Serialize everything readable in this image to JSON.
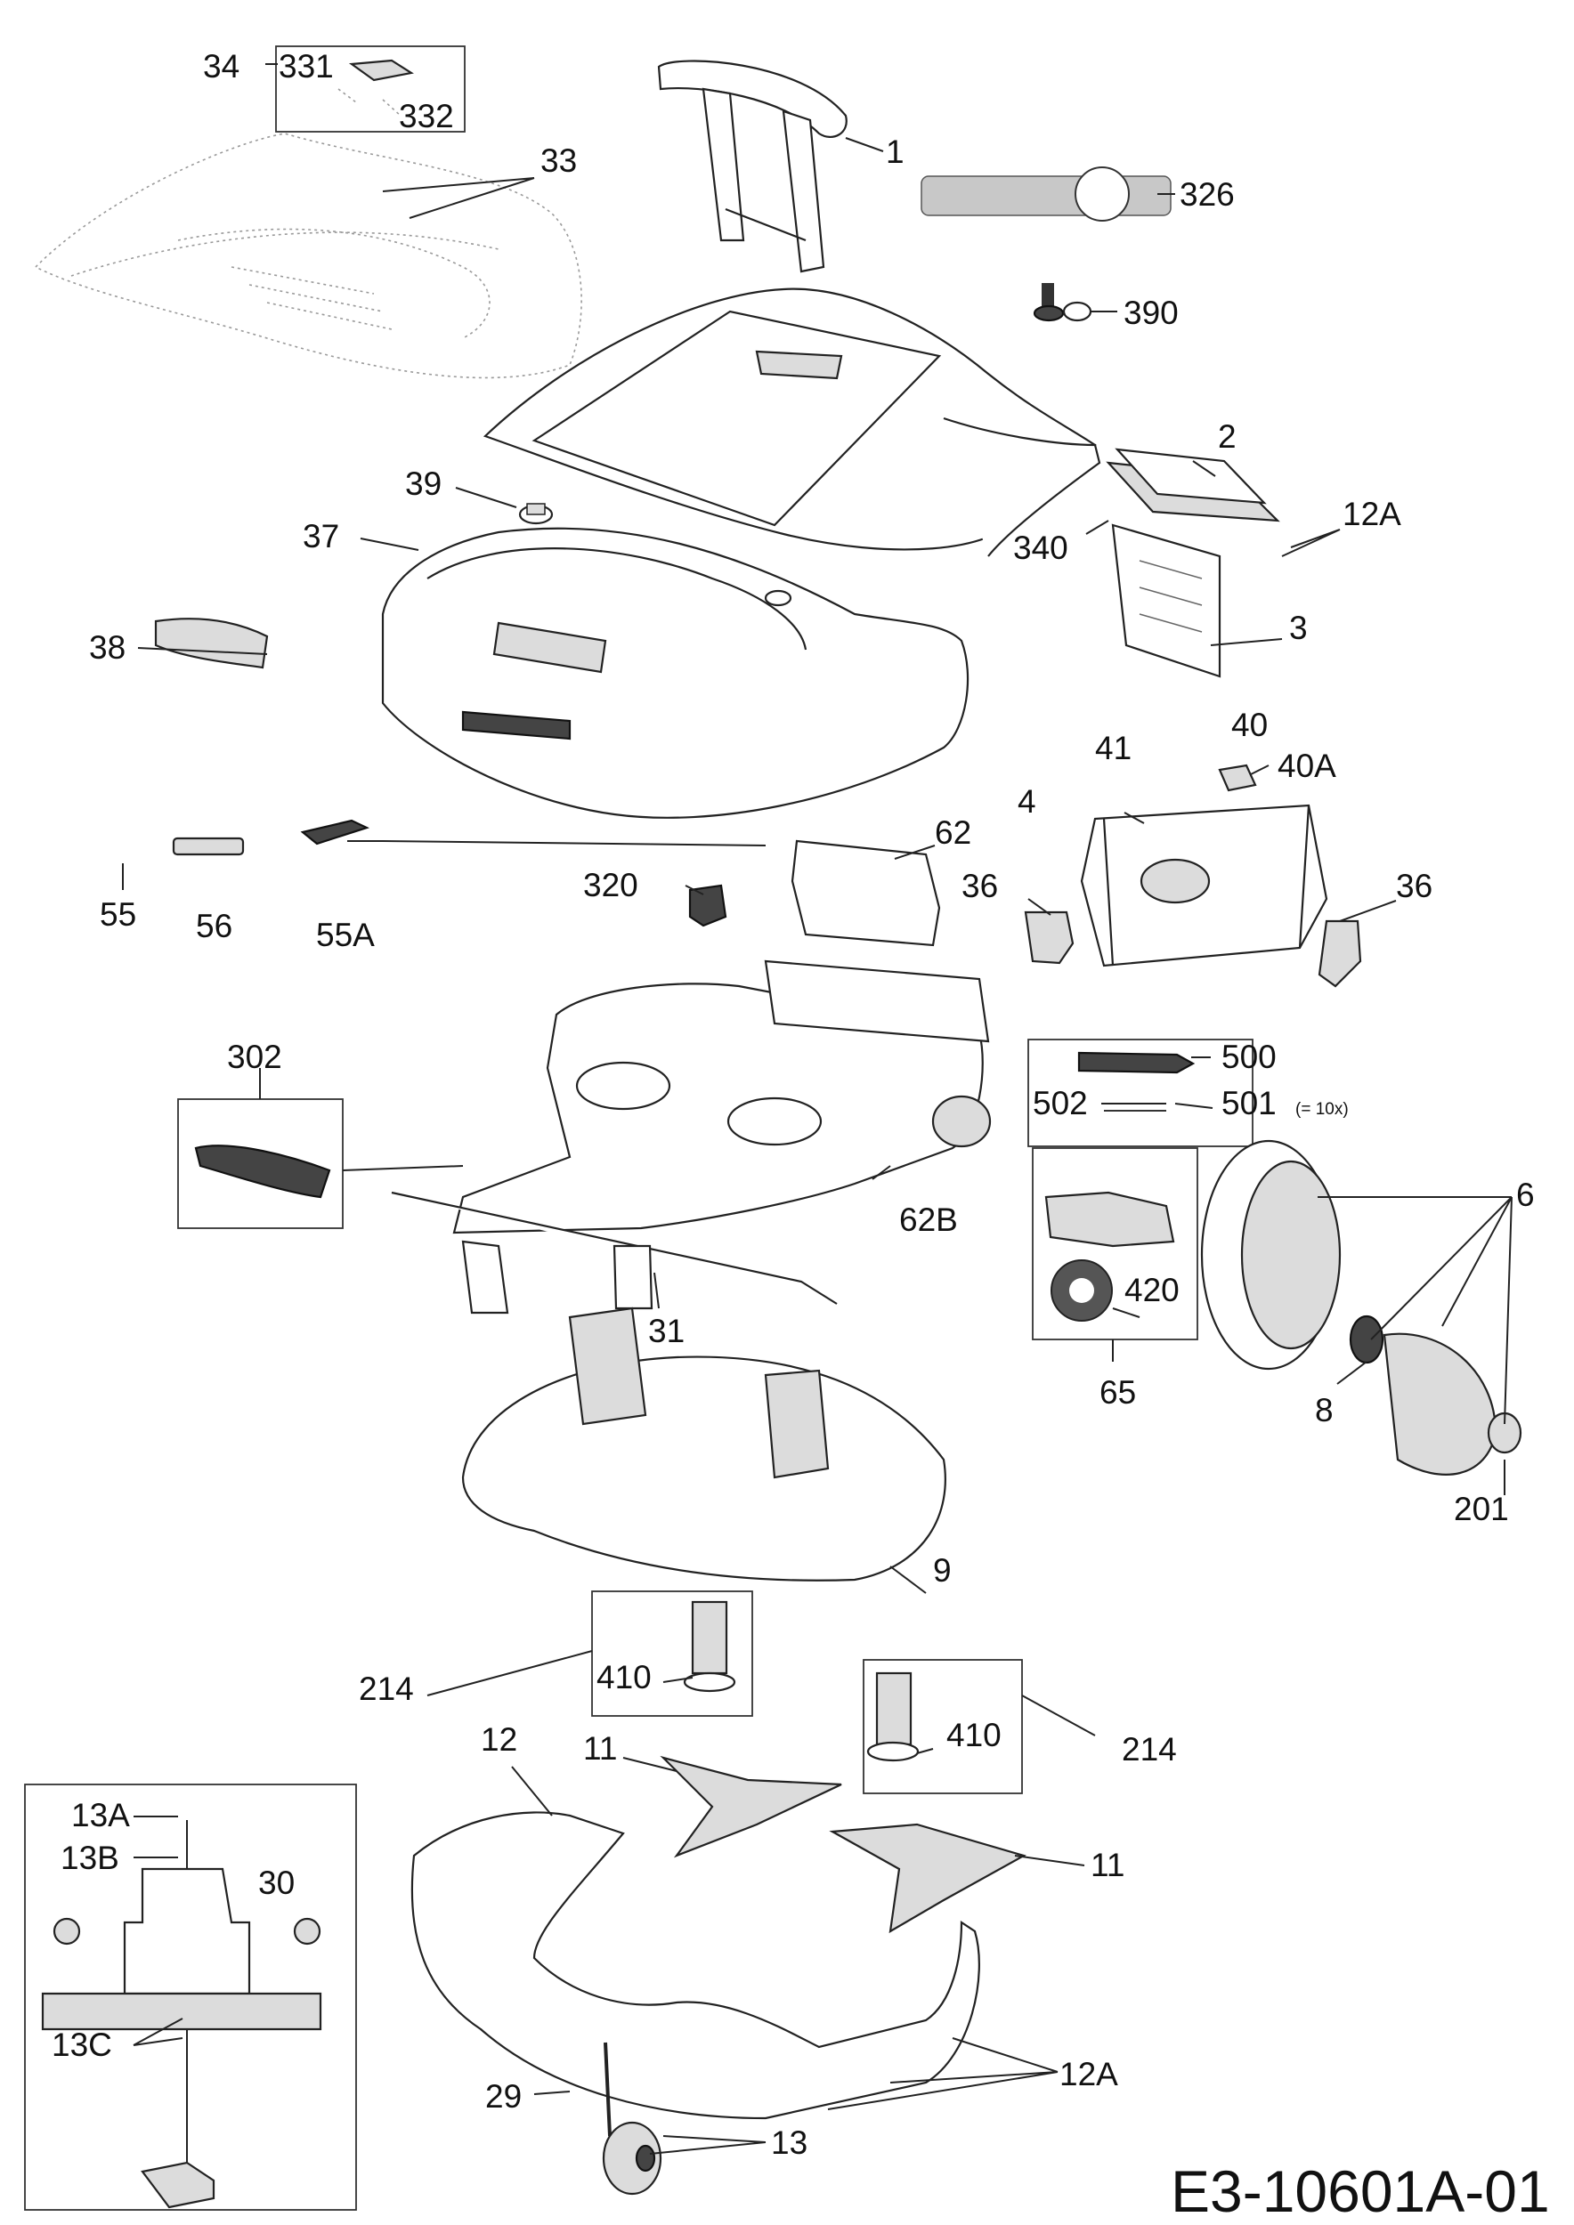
{
  "drawing_code": "E3-10601A-01",
  "callouts": [
    "34",
    "331",
    "332",
    "33",
    "1",
    "326",
    "390",
    "2",
    "12A",
    "340",
    "3",
    "39",
    "37",
    "38",
    "40",
    "41",
    "40A",
    "4",
    "36",
    "36",
    "62",
    "55",
    "56",
    "55A",
    "320",
    "500",
    "502",
    "501",
    "(= 10x)",
    "302",
    "62B",
    "6",
    "420",
    "31",
    "65",
    "8",
    "201",
    "9",
    "214",
    "410",
    "214",
    "410",
    "12",
    "11",
    "11",
    "13A",
    "13B",
    "30",
    "13C",
    "12A",
    "29",
    "13"
  ]
}
